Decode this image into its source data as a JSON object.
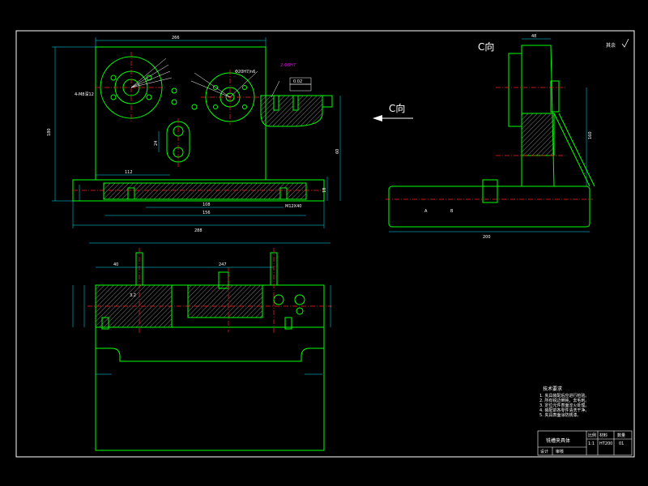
{
  "view_labels": {
    "c_view_top": "C向",
    "c_view_arrow": "C向"
  },
  "corner_mark": "其余",
  "tech_requirements": {
    "title": "技术要求",
    "items": [
      "1. 夹具装配后应进行检验。",
      "2. 所有锐边倒钝，去毛刺。",
      "3. 定位元件表面淬火处理。",
      "4. 装配前各零件清洗干净。",
      "5. 夹具表面涂防锈漆。"
    ]
  },
  "title_block": {
    "name": "铣槽夹具体",
    "scale_label": "比例",
    "scale": "1:1",
    "material_label": "材料",
    "material": "HT200",
    "qty_label": "数量",
    "qty": "01",
    "design_label": "设计",
    "check_label": "审核"
  },
  "dims": {
    "top_width": "266",
    "overall_width": "288",
    "left_height": "180",
    "c_width": "48",
    "c_base": "200",
    "c_height": "160",
    "len_a": "112",
    "len_b": "156",
    "len_c": "108",
    "len_d": "247",
    "len_e": "40",
    "h_a": "18",
    "h_b": "24",
    "h_c": "60"
  },
  "notes": {
    "hole_callout": "4-M8深12",
    "tol_callout": "0.02",
    "fit_callout": "Φ20H7/n6",
    "pin_callout": "2-Φ8H7",
    "bolt_callout": "M12X40",
    "ref_a": "A",
    "ref_b": "B",
    "roughness": "3.2"
  },
  "colors": {
    "line": "#00ff00",
    "dim": "#00e5ff",
    "center": "#ff2020",
    "text": "#ffffff",
    "note": "#ff00ff",
    "hatch": "#a0a0a0"
  }
}
